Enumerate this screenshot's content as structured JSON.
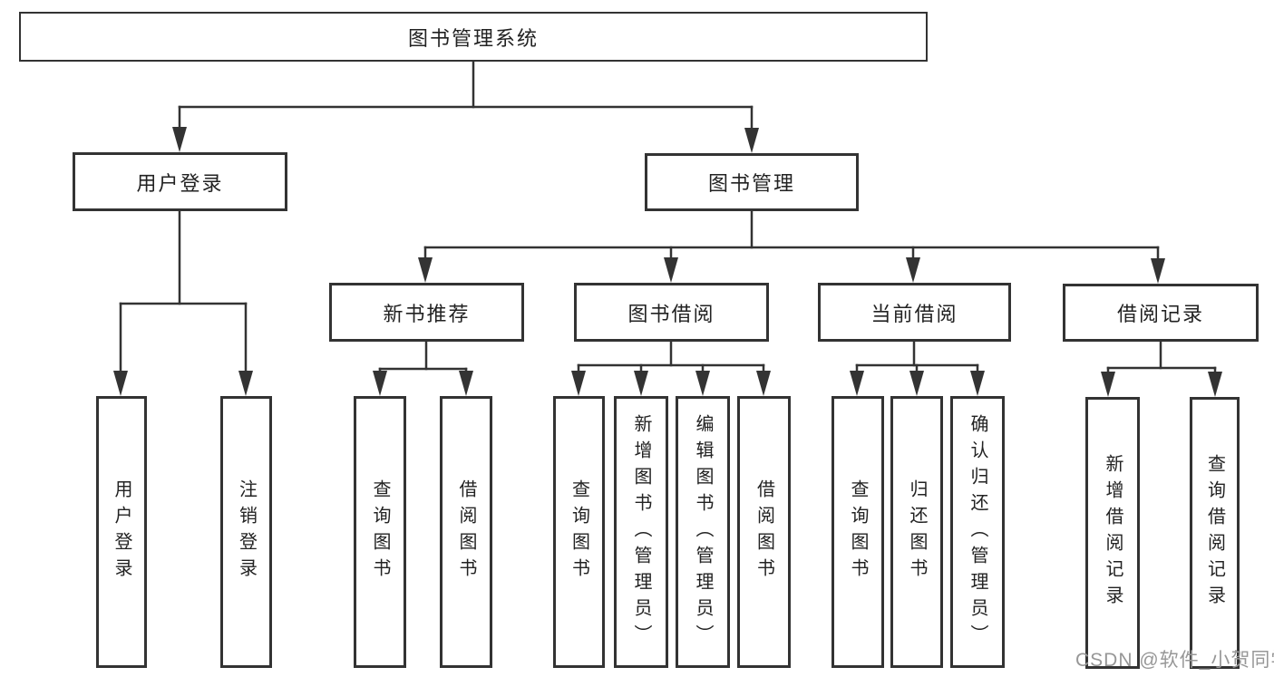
{
  "diagram": {
    "nodes": [
      {
        "id": "root",
        "label": "图书管理系统",
        "parent": null
      },
      {
        "id": "user-login-group",
        "label": "用户登录",
        "parent": "root"
      },
      {
        "id": "book-management",
        "label": "图书管理",
        "parent": "root"
      },
      {
        "id": "new-book-recommend",
        "label": "新书推荐",
        "parent": "book-management"
      },
      {
        "id": "book-borrowing",
        "label": "图书借阅",
        "parent": "book-management"
      },
      {
        "id": "current-borrowing",
        "label": "当前借阅",
        "parent": "book-management"
      },
      {
        "id": "borrowing-records",
        "label": "借阅记录",
        "parent": "book-management"
      },
      {
        "id": "leaf-user-login",
        "label": "用户登录",
        "parent": "user-login-group"
      },
      {
        "id": "leaf-logout",
        "label": "注销登录",
        "parent": "user-login-group"
      },
      {
        "id": "leaf-query-books-1",
        "label": "查询图书",
        "parent": "new-book-recommend"
      },
      {
        "id": "leaf-borrow-books-1",
        "label": "借阅图书",
        "parent": "new-book-recommend"
      },
      {
        "id": "leaf-query-books-2",
        "label": "查询图书",
        "parent": "book-borrowing"
      },
      {
        "id": "leaf-add-books",
        "label": "新增图书（管理员）",
        "parent": "book-borrowing"
      },
      {
        "id": "leaf-edit-books",
        "label": "编辑图书（管理员）",
        "parent": "book-borrowing"
      },
      {
        "id": "leaf-borrow-books-2",
        "label": "借阅图书",
        "parent": "book-borrowing"
      },
      {
        "id": "leaf-query-books-3",
        "label": "查询图书",
        "parent": "current-borrowing"
      },
      {
        "id": "leaf-return-books",
        "label": "归还图书",
        "parent": "current-borrowing"
      },
      {
        "id": "leaf-confirm-return",
        "label": "确认归还（管理员）",
        "parent": "current-borrowing"
      },
      {
        "id": "leaf-add-borrow-record",
        "label": "新增借阅记录",
        "parent": "borrowing-records"
      },
      {
        "id": "leaf-query-borrow-record",
        "label": "查询借阅记录",
        "parent": "borrowing-records"
      }
    ]
  },
  "watermark": {
    "text": "CSDN @软件_小贺同学"
  },
  "colors": {
    "line": "#333333",
    "node_border": "#333333",
    "node_text": "#222222",
    "watermark": "#979797",
    "background": "#ffffff"
  }
}
